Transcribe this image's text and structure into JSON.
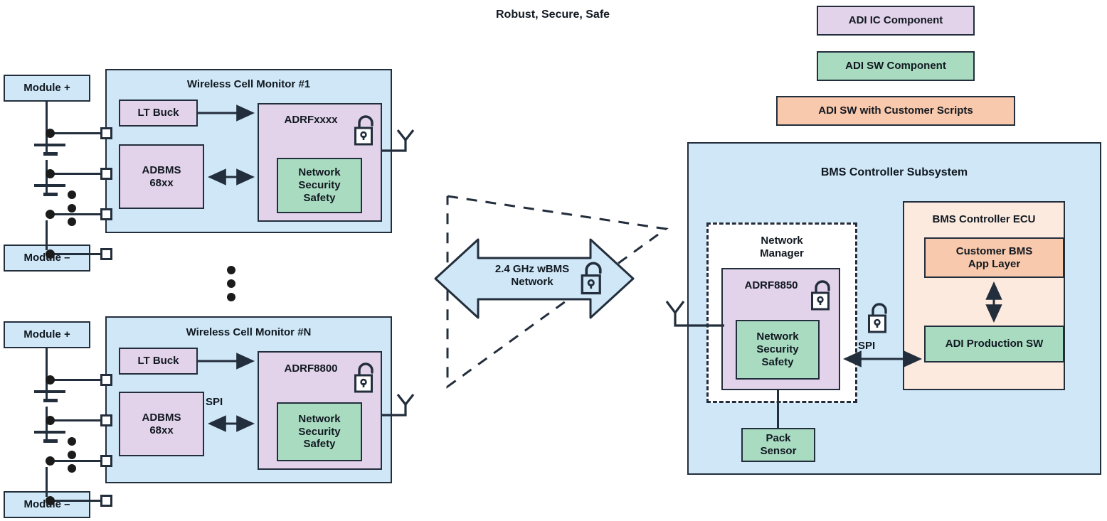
{
  "header": {
    "title": "Robust, Secure, Safe"
  },
  "legend": {
    "items": [
      {
        "label": "ADI IC Component",
        "color": "#e2d2ea"
      },
      {
        "label": "ADI SW Component",
        "color": "#a9dbc1"
      },
      {
        "label": "ADI SW with Customer Scripts",
        "color": "#f9c9ad"
      }
    ]
  },
  "cell_monitors": [
    {
      "title": "Wireless Cell Monitor #1",
      "module_plus": "Module +",
      "module_minus": "Module –",
      "buck": "LT Buck",
      "adbms": "ADBMS\n68xx",
      "radio": "ADRFxxxx",
      "inner": "Network\nSecurity\nSafety",
      "bus_label": "",
      "lock": "open-padlock"
    },
    {
      "title": "Wireless Cell Monitor #N",
      "module_plus": "Module +",
      "module_minus": "Module –",
      "buck": "LT Buck",
      "adbms": "ADBMS\n68xx",
      "radio": "ADRF8800",
      "inner": "Network\nSecurity\nSafety",
      "bus_label": "SPI",
      "lock": "open-padlock"
    }
  ],
  "network": {
    "arrow_label": "2.4 GHz wBMS\nNetwork",
    "lock": "open-padlock"
  },
  "bms": {
    "subsystem_title": "BMS Controller Subsystem",
    "network_manager": {
      "title": "Network\nManager",
      "radio": "ADRF8850",
      "inner": "Network\nSecurity\nSafety",
      "lock": "open-padlock"
    },
    "pack_sensor": "Pack\nSensor",
    "spi_label": "SPI",
    "spi_lock": "open-padlock",
    "ecu": {
      "title": "BMS Controller ECU",
      "app_layer": "Customer BMS\nApp Layer",
      "production_sw": "ADI Production SW"
    }
  },
  "colors": {
    "outline": "#232e3c",
    "blue": "#cfe7f7",
    "purple": "#e2d2ea",
    "green": "#a9dbc1",
    "peach": "#f9c9ad",
    "peach_light": "#fceadf",
    "text": "#111820"
  }
}
